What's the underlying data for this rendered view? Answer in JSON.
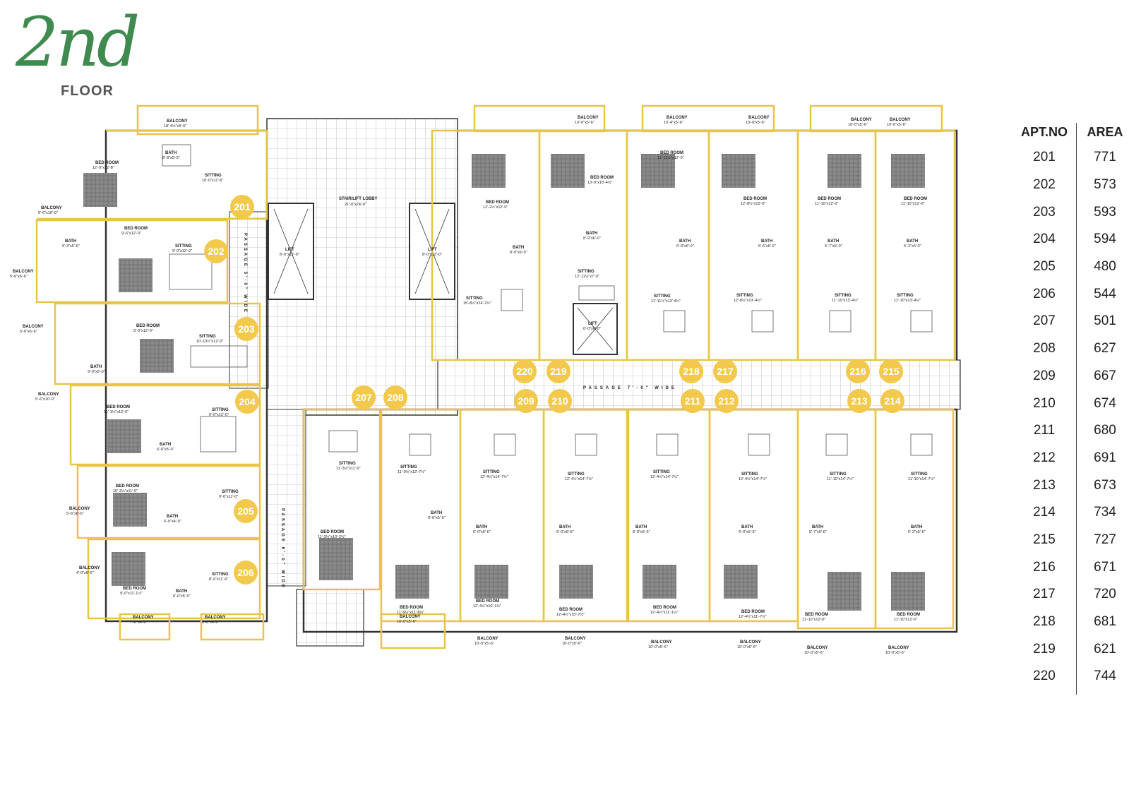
{
  "title": {
    "script": "2nd",
    "floor": "FLOOR"
  },
  "colors": {
    "accent": "#f2c94c",
    "wall": "#333333",
    "grid": "#9a9a9a",
    "title_green": "#3e8a4f"
  },
  "area_table": {
    "header_apt": "APT.NO",
    "header_area": "AREA",
    "rows": [
      {
        "apt": "201",
        "area": "771"
      },
      {
        "apt": "202",
        "area": "573"
      },
      {
        "apt": "203",
        "area": "593"
      },
      {
        "apt": "204",
        "area": "594"
      },
      {
        "apt": "205",
        "area": "480"
      },
      {
        "apt": "206",
        "area": "544"
      },
      {
        "apt": "207",
        "area": "501"
      },
      {
        "apt": "208",
        "area": "627"
      },
      {
        "apt": "209",
        "area": "667"
      },
      {
        "apt": "210",
        "area": "674"
      },
      {
        "apt": "211",
        "area": "680"
      },
      {
        "apt": "212",
        "area": "691"
      },
      {
        "apt": "213",
        "area": "673"
      },
      {
        "apt": "214",
        "area": "734"
      },
      {
        "apt": "215",
        "area": "727"
      },
      {
        "apt": "216",
        "area": "671"
      },
      {
        "apt": "217",
        "area": "720"
      },
      {
        "apt": "218",
        "area": "681"
      },
      {
        "apt": "219",
        "area": "621"
      },
      {
        "apt": "220",
        "area": "744"
      }
    ]
  },
  "plan": {
    "lobby": {
      "name": "STAIR/LIFT LOBBY",
      "size": "21'-0\"x24'-0\""
    },
    "lift_left": {
      "name": "LIFT",
      "size": "8'-0\"x12'-0\""
    },
    "lift_right": {
      "name": "LIFT",
      "size": "8'-0\"x12'-0\""
    },
    "lift_small": {
      "name": "LIFT",
      "size": "6'-0\"x6'-0\""
    },
    "passage_main": "PASSAGE 7'-0\" WIDE",
    "passage_v1": "PASSAGE 5'-0\" WIDE",
    "passage_v2": "PASSAGE 6'-0\" WIDE",
    "labels": [
      {
        "name": "BALCONY",
        "size": "18'-4½\"x5'-6\""
      },
      {
        "name": "BED ROOM",
        "size": "12'-0\"x12'-8\""
      },
      {
        "name": "BATH",
        "size": "8'-9\"x5'-3\""
      },
      {
        "name": "SITTING",
        "size": "10'-0\"x11'-6\""
      },
      {
        "name": "BALCONY",
        "size": "5'-6\"x10'-0\""
      },
      {
        "name": "BED ROOM",
        "size": "9'-6\"x12'-0\""
      },
      {
        "name": "SITTING",
        "size": "9'-0\"x12'-0\""
      },
      {
        "name": "BATH",
        "size": "9'-3\"x5'-6\""
      },
      {
        "name": "BALCONY",
        "size": "5'-6\"x6'-6\""
      },
      {
        "name": "BED ROOM",
        "size": "9'-0\"x12'-0\""
      },
      {
        "name": "SITTING",
        "size": "10'-10½\"x12'-0\""
      },
      {
        "name": "BATH",
        "size": "9'-9\"x5'-0\""
      },
      {
        "name": "BALCONY",
        "size": "5'-6\"x6'-6\""
      },
      {
        "name": "BALCONY",
        "size": "5'-6\"x10'-0\""
      },
      {
        "name": "BED ROOM",
        "size": "11'-1½\"x12'-0\""
      },
      {
        "name": "SITTING",
        "size": "9'-0\"x12'-0\""
      },
      {
        "name": "BATH",
        "size": "6'-6\"x5'-0\""
      },
      {
        "name": "BED ROOM",
        "size": "10'-3½\"x11'-0\""
      },
      {
        "name": "SITTING",
        "size": "9'-0\"x11'-0\""
      },
      {
        "name": "BATH",
        "size": "6'-0\"x4'-9\""
      },
      {
        "name": "BALCONY",
        "size": "5'-6\"x6'-6\""
      },
      {
        "name": "BED ROOM",
        "size": "9'-0\"x11'-1½\""
      },
      {
        "name": "SITTING",
        "size": "8'-0\"x11'-6\""
      },
      {
        "name": "BATH",
        "size": "6'-0\"x5'-0\""
      },
      {
        "name": "BALCONY",
        "size": "4'-0\"x6'-6\""
      },
      {
        "name": "BALCONY",
        "size": "7'-6\"x4'-0\""
      },
      {
        "name": "BALCONY",
        "size": "9'-6\"x4'-0\""
      },
      {
        "name": "SITTING",
        "size": "11'-3½\"x11'-0\""
      },
      {
        "name": "BED ROOM",
        "size": "11'-3½\"x10'-2½\""
      },
      {
        "name": "SITTING",
        "size": "11'-9½\"x12'-7½\""
      },
      {
        "name": "BATH",
        "size": "9'-6\"x5'-6\""
      },
      {
        "name": "BED ROOM",
        "size": "11'-9½\"x11'-8½\""
      },
      {
        "name": "BALCONY",
        "size": "10'-0\"x5'-6\""
      },
      {
        "name": "BALCONY",
        "size": "10'-0\"x5'-6\""
      },
      {
        "name": "BED ROOM",
        "size": "12'-2½\"x12'-0\""
      },
      {
        "name": "BED ROOM",
        "size": "13'-0\"x10'-4½\""
      },
      {
        "name": "BATH",
        "size": "8'-0\"x6'-0\""
      },
      {
        "name": "BATH",
        "size": "8'-9\"x6'-0\""
      },
      {
        "name": "SITTING",
        "size": "15'-8½\"x14'-2½\""
      },
      {
        "name": "SITTING",
        "size": "12'-11½\"x7'-0\""
      },
      {
        "name": "SITTING",
        "size": "12'-4½\"x14'-7½\""
      },
      {
        "name": "SITTING",
        "size": "12'-4½\"x14'-7½\""
      },
      {
        "name": "BATH",
        "size": "6'-0\"x5'-6\""
      },
      {
        "name": "BATH",
        "size": "6'-0\"x5'-6\""
      },
      {
        "name": "BED ROOM",
        "size": "12'-4½\"x10'-1½\""
      },
      {
        "name": "BED ROOM",
        "size": "12'-4½\"x10'-7½\""
      },
      {
        "name": "BALCONY",
        "size": "10'-0\"x5'-6\""
      },
      {
        "name": "BALCONY",
        "size": "10'-0\"x5'-6\""
      },
      {
        "name": "BALCONY",
        "size": "10'-4\"x5'-6\""
      },
      {
        "name": "BALCONY",
        "size": "10'-0\"x5'-6\""
      },
      {
        "name": "BED ROOM",
        "size": "11'-11½\"x12'-0\""
      },
      {
        "name": "BED ROOM",
        "size": "12'-8½\"x12'-0\""
      },
      {
        "name": "BATH",
        "size": "6'-9\"x6'-0\""
      },
      {
        "name": "BATH",
        "size": "6'-6\"x6'-0\""
      },
      {
        "name": "SITTING",
        "size": "11'-11½\"x13'-4½\""
      },
      {
        "name": "SITTING",
        "size": "12'-8½\"x13'-4½\""
      },
      {
        "name": "SITTING",
        "size": "12'-4½\"x14'-7½\""
      },
      {
        "name": "SITTING",
        "size": "12'-4½\"x14'-7½\""
      },
      {
        "name": "BATH",
        "size": "6'-0\"x5'-6\""
      },
      {
        "name": "BATH",
        "size": "6'-0\"x5'-6\""
      },
      {
        "name": "BED ROOM",
        "size": "12'-4½\"x11'-1½\""
      },
      {
        "name": "BED ROOM",
        "size": "12'-4½\"x11'-7½\""
      },
      {
        "name": "BALCONY",
        "size": "10'-0\"x5'-6\""
      },
      {
        "name": "BALCONY",
        "size": "10'-0\"x5'-6\""
      },
      {
        "name": "BALCONY",
        "size": "10'-0\"x5'-6\""
      },
      {
        "name": "BALCONY",
        "size": "10'-0\"x5'-6\""
      },
      {
        "name": "BED ROOM",
        "size": "11'-10\"x12'-0\""
      },
      {
        "name": "BED ROOM",
        "size": "11'-10\"x12'-0\""
      },
      {
        "name": "BATH",
        "size": "5'-7\"x6'-0\""
      },
      {
        "name": "BATH",
        "size": "5'-2\"x6'-0\""
      },
      {
        "name": "SITTING",
        "size": "11'-10\"x13'-4½\""
      },
      {
        "name": "SITTING",
        "size": "11'-10\"x13'-4½\""
      },
      {
        "name": "SITTING",
        "size": "11'-10\"x14'-7½\""
      },
      {
        "name": "SITTING",
        "size": "11'-10\"x14'-7½\""
      },
      {
        "name": "BATH",
        "size": "5'-7\"x5'-6\""
      },
      {
        "name": "BATH",
        "size": "5'-2\"x5'-6\""
      },
      {
        "name": "BED ROOM",
        "size": "11'-10\"x12'-0\""
      },
      {
        "name": "BED ROOM",
        "size": "11'-10\"x12'-0\""
      },
      {
        "name": "BALCONY",
        "size": "10'-0\"x5'-6\""
      },
      {
        "name": "BALCONY",
        "size": "10'-0\"x5'-6\""
      }
    ],
    "badges": [
      "201",
      "202",
      "203",
      "204",
      "205",
      "206",
      "207",
      "208",
      "209",
      "210",
      "211",
      "212",
      "213",
      "214",
      "215",
      "216",
      "217",
      "218",
      "219",
      "220"
    ]
  }
}
